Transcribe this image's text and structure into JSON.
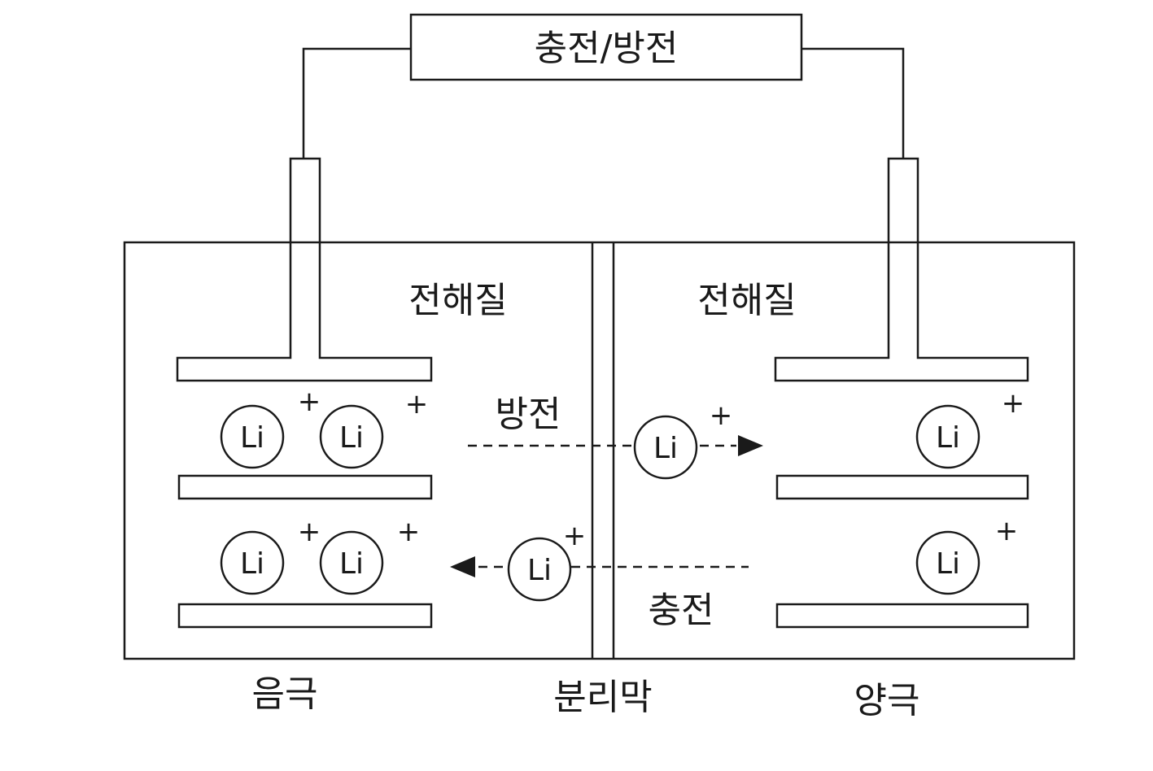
{
  "colors": {
    "ink": "#1a1a1a",
    "background": "#ffffff"
  },
  "labels": {
    "power": "충전/방전",
    "electrolyte_left": "전해질",
    "electrolyte_right": "전해질",
    "discharge": "방전",
    "charge": "충전",
    "anode": "음극",
    "separator": "분리막",
    "cathode": "양극"
  },
  "ion": {
    "symbol": "Li",
    "charge": "+"
  }
}
